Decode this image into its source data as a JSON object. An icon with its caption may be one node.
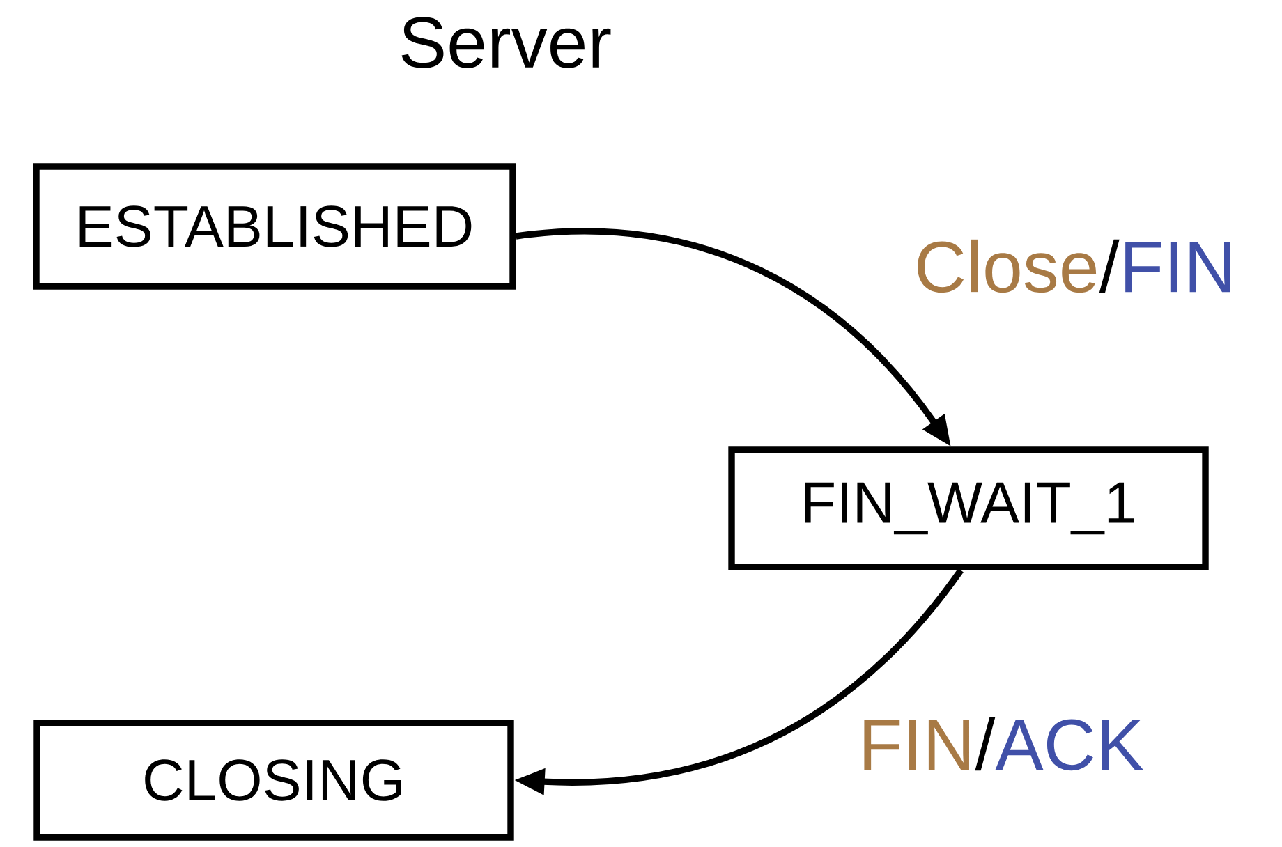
{
  "diagram": {
    "title": "Server",
    "nodes": [
      {
        "text": [
          "ESTABLISHED"
        ]
      },
      {
        "text": [
          "FIN_WAIT_1"
        ]
      },
      {
        "text": [
          "CLOSING"
        ]
      }
    ],
    "edges": [
      {
        "from": 0,
        "to": 1,
        "arrow": "to",
        "label": "Close/FIN"
      },
      {
        "from": 1,
        "to": 2,
        "arrow": "to",
        "label": "FIN/ACK"
      }
    ]
  }
}
